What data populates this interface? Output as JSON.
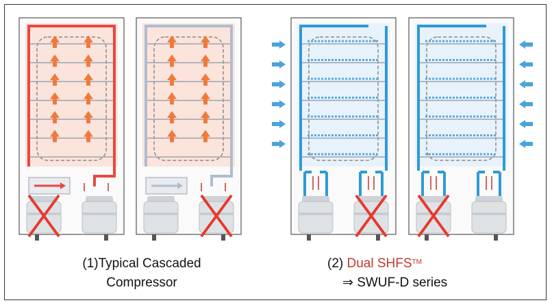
{
  "captions": {
    "left_line1": "(1)Typical Cascaded",
    "left_line2": "Compressor",
    "right_prefix": "(2) ",
    "right_name": "Dual SHFS",
    "right_tm": "TM",
    "right_line2": "⇒ SWUF-D series"
  },
  "colors": {
    "hot": "#e8483f",
    "hot_fill": "#fbe4dc",
    "cold": "#2e9ad6",
    "cold_fill": "#e8f2fb",
    "arrow_orange": "#f07a3a",
    "cross": "#e53a2f"
  },
  "units": [
    {
      "id": "unit-1",
      "mode": "hot-red",
      "crossed": "left"
    },
    {
      "id": "unit-2",
      "mode": "hot-gray",
      "crossed": "right"
    },
    {
      "id": "unit-3",
      "mode": "cold",
      "crossed": "right",
      "side_arrows": "left"
    },
    {
      "id": "unit-4",
      "mode": "cold",
      "crossed": "left",
      "side_arrows": "right"
    }
  ]
}
